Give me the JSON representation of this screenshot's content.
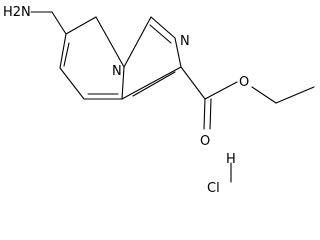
{
  "diagram_type": "chemical structure",
  "atoms": {
    "amine": "H2N",
    "nitrogen_bridgehead": "N",
    "nitrogen_imidazole": "N",
    "oxygen_carbonyl": "O",
    "oxygen_ester": "O",
    "hydrogen": "H",
    "chlorine": "Cl"
  },
  "colors": {
    "line": "#000000",
    "background": "#ffffff"
  }
}
